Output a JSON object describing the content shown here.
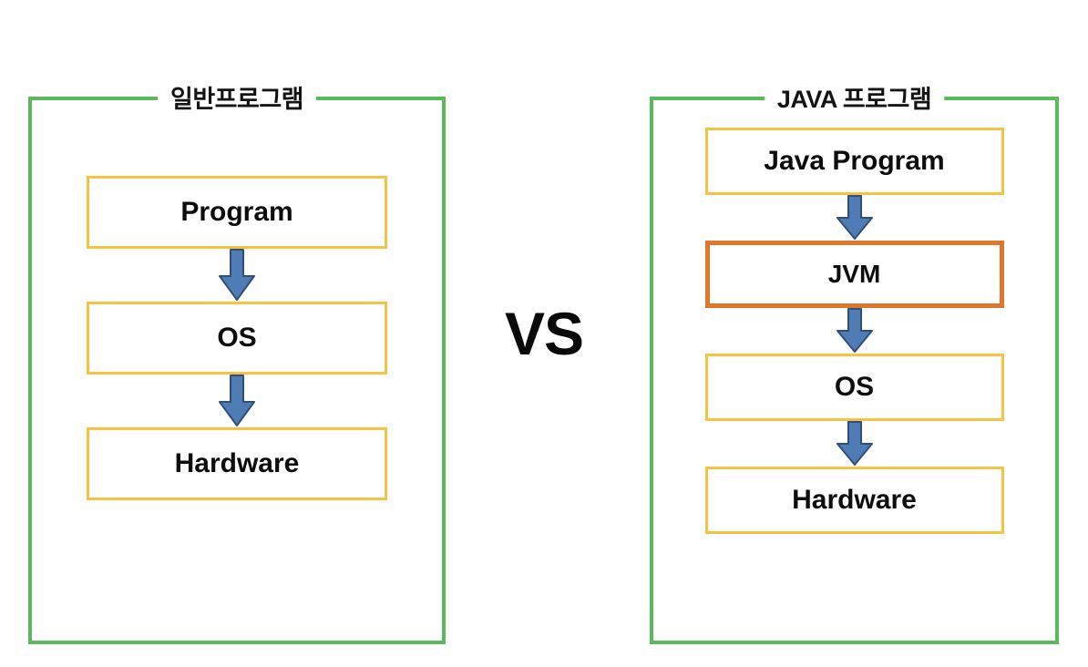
{
  "diagram": {
    "comparison_label": "VS",
    "colors": {
      "panel_border": "#5cb85c",
      "node_border": "#f5c242",
      "accent_node_border": "#e0762a",
      "arrow_fill": "#4f7cb5",
      "arrow_stroke": "#2f4f7a",
      "text": "#0d0d0d",
      "background": "#ffffff"
    },
    "panels": [
      {
        "id": "general-program",
        "title": "일반프로그램",
        "nodes": [
          {
            "label": "Program",
            "accent": false
          },
          {
            "label": "OS",
            "accent": false
          },
          {
            "label": "Hardware",
            "accent": false
          }
        ],
        "arrows": [
          {
            "from": "Program",
            "to": "OS",
            "direction": "down"
          },
          {
            "from": "OS",
            "to": "Hardware",
            "direction": "down"
          }
        ]
      },
      {
        "id": "java-program",
        "title": "JAVA 프로그램",
        "nodes": [
          {
            "label": "Java Program",
            "accent": false
          },
          {
            "label": "JVM",
            "accent": true
          },
          {
            "label": "OS",
            "accent": false
          },
          {
            "label": "Hardware",
            "accent": false
          }
        ],
        "arrows": [
          {
            "from": "Java Program",
            "to": "JVM",
            "direction": "down"
          },
          {
            "from": "JVM",
            "to": "OS",
            "direction": "down"
          },
          {
            "from": "OS",
            "to": "Hardware",
            "direction": "down"
          }
        ]
      }
    ]
  }
}
